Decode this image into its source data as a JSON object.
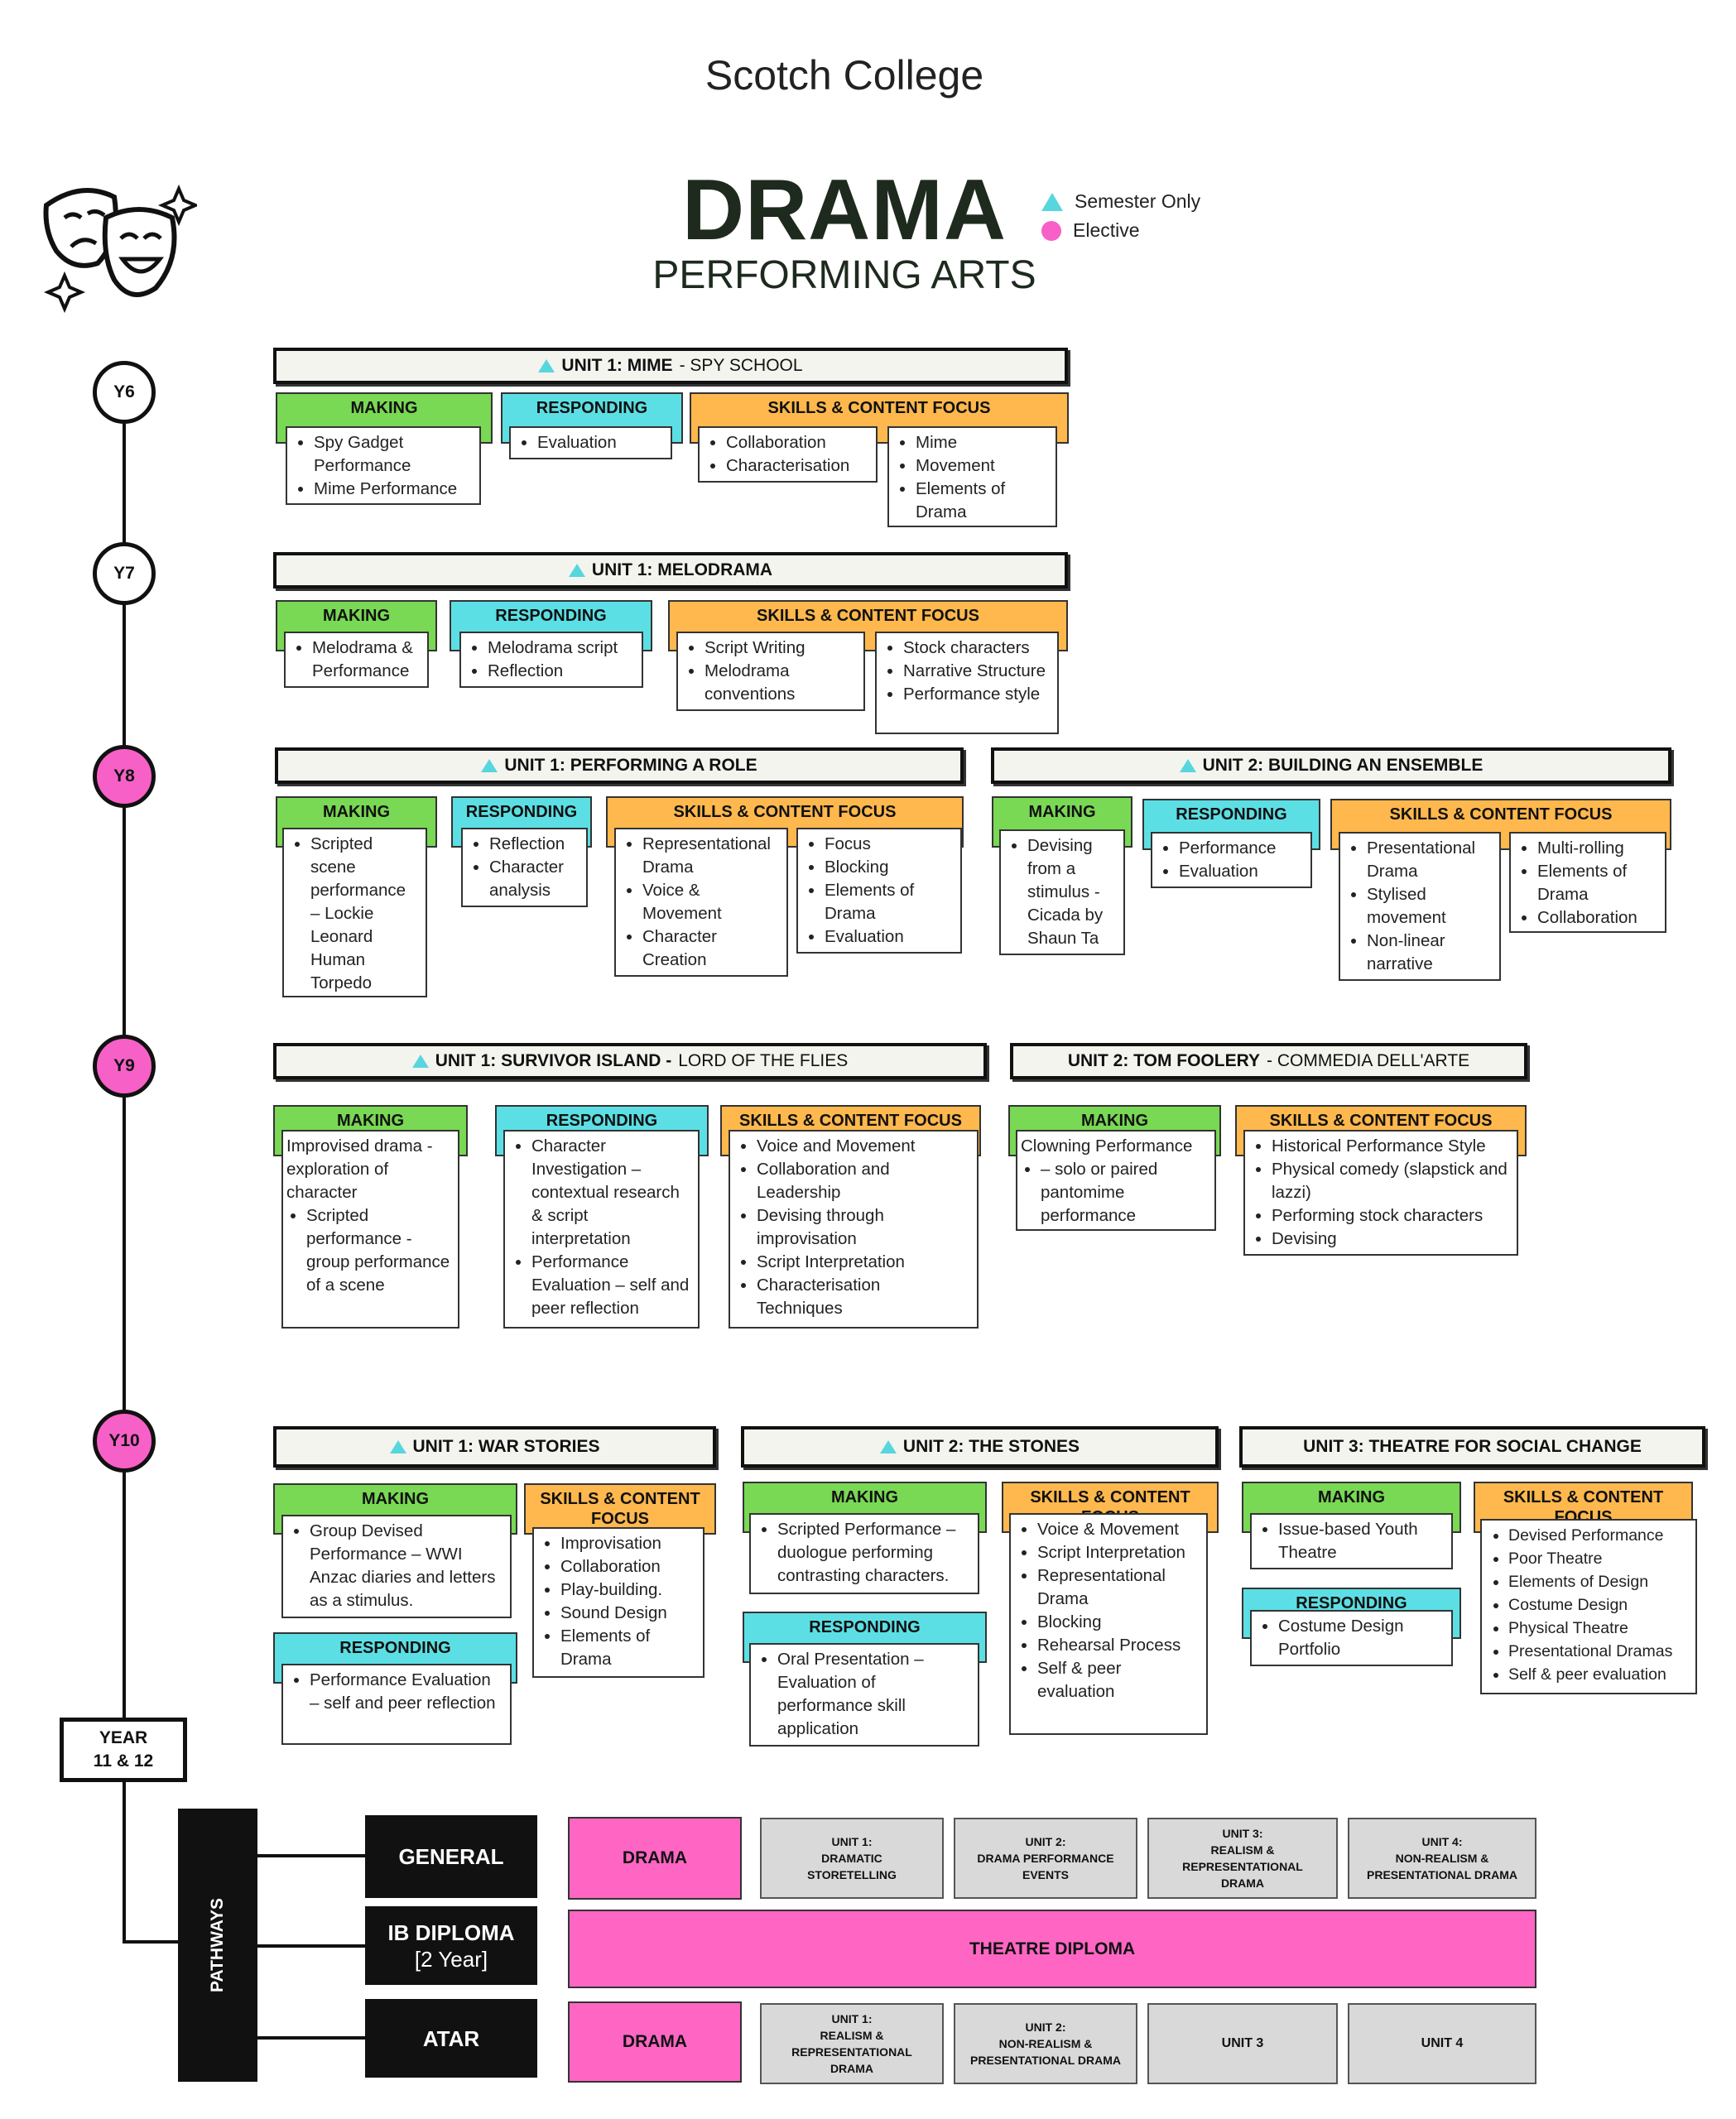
{
  "header": {
    "school": "Scotch College",
    "title": "DRAMA",
    "subtitle": "PERFORMING ARTS",
    "legend": {
      "semester": "Semester Only",
      "elective": "Elective"
    },
    "icon": "theatre-masks-icon"
  },
  "colors": {
    "semester": "#58d6dd",
    "elective": "#f760c7",
    "making": "#79d854",
    "responding": "#5cdfe4",
    "skills": "#ffb84d",
    "pathway_drama": "#ff66c4"
  },
  "headings": {
    "making": "MAKING",
    "responding": "RESPONDING",
    "skills": "SKILLS & CONTENT FOCUS"
  },
  "years": {
    "y6": "Y6",
    "y7": "Y7",
    "y8": "Y8",
    "y9": "Y9",
    "y10": "Y10",
    "y11_12": "YEAR\n11 & 12"
  },
  "y6": {
    "unit_bold": "UNIT 1: MIME",
    "unit_rest": "- SPY SCHOOL",
    "making": [
      "Spy Gadget Performance",
      "Mime Performance"
    ],
    "responding": [
      "Evaluation"
    ],
    "skills_a": [
      "Collaboration",
      "Characterisation"
    ],
    "skills_b": [
      "Mime",
      "Movement",
      "Elements of Drama"
    ]
  },
  "y7": {
    "unit_bold": "UNIT 1: MELODRAMA",
    "making": [
      "Melodrama & Performance"
    ],
    "responding": [
      "Melodrama script",
      "Reflection"
    ],
    "skills_a": [
      "Script Writing",
      "Melodrama conventions"
    ],
    "skills_b": [
      "Stock characters",
      "Narrative Structure",
      "Performance style"
    ]
  },
  "y8": {
    "u1": {
      "unit_bold": "UNIT 1: PERFORMING A ROLE",
      "making": [
        "Scripted scene performance – Lockie Leonard Human Torpedo"
      ],
      "responding": [
        "Reflection",
        "Character analysis"
      ],
      "skills_a": [
        "Representational Drama",
        "Voice & Movement",
        "Character Creation"
      ],
      "skills_b": [
        "Focus",
        "Blocking",
        "Elements of Drama",
        "Evaluation"
      ]
    },
    "u2": {
      "unit_bold": "UNIT 2: BUILDING AN ENSEMBLE",
      "making": [
        "Devising from a stimulus - Cicada by Shaun Ta"
      ],
      "responding": [
        "Performance",
        "Evaluation"
      ],
      "skills_a": [
        "Presentational Drama",
        "Stylised movement",
        "Non-linear narrative"
      ],
      "skills_b": [
        "Multi-rolling",
        "Elements of Drama",
        "Collaboration"
      ]
    }
  },
  "y9": {
    "u1": {
      "unit_bold": "UNIT 1: SURVIVOR ISLAND -",
      "unit_rest": "LORD OF THE FLIES",
      "making_intro": "Improvised drama - exploration of character",
      "making": [
        "Scripted performance - group performance of a scene"
      ],
      "responding": [
        "Character Investigation – contextual research & script interpretation",
        "Performance Evaluation – self and peer reflection"
      ],
      "skills": [
        "Voice and Movement",
        "Collaboration and Leadership",
        "Devising through improvisation",
        "Script Interpretation",
        "Characterisation Techniques"
      ]
    },
    "u2": {
      "unit_bold": "UNIT 2: TOM FOOLERY",
      "unit_rest": "- COMMEDIA DELL'ARTE",
      "making_intro": "Clowning Performance",
      "making": [
        "– solo or paired pantomime performance"
      ],
      "skills": [
        "Historical Performance Style",
        "Physical comedy (slapstick and lazzi)",
        "Performing stock characters",
        "Devising"
      ]
    }
  },
  "y10": {
    "u1": {
      "unit_bold": "UNIT 1: WAR STORIES",
      "making": [
        "Group Devised Performance – WWI Anzac diaries and letters as a stimulus."
      ],
      "skills_heading": "SKILLS & CONTENT FOCUS",
      "skills": [
        "Improvisation",
        "Collaboration",
        "Play-building.",
        "Sound Design",
        "Elements of Drama"
      ],
      "responding": [
        "Performance Evaluation – self and peer reflection"
      ]
    },
    "u2": {
      "unit_bold": "UNIT 2: THE STONES",
      "making": [
        "Scripted Performance – duologue performing contrasting characters."
      ],
      "responding": [
        "Oral Presentation – Evaluation of performance skill application"
      ],
      "skills": [
        "Voice & Movement",
        "Script Interpretation",
        "Representational Drama",
        "Blocking",
        "Rehearsal Process",
        "Self & peer evaluation"
      ]
    },
    "u3": {
      "unit_bold": "UNIT 3: THEATRE FOR SOCIAL CHANGE",
      "making": [
        "Issue-based Youth Theatre"
      ],
      "responding": [
        "Costume Design Portfolio"
      ],
      "skills": [
        "Devised Performance",
        "Poor Theatre",
        "Elements of Design",
        "Costume Design",
        "Physical Theatre",
        "Presentational Dramas",
        "Self & peer evaluation"
      ]
    }
  },
  "pathways": {
    "label": "PATHWAYS",
    "general": {
      "label": "GENERAL",
      "course": "DRAMA",
      "units": [
        "UNIT 1:\nDRAMATIC\nSTORETELLING",
        "UNIT 2:\nDRAMA PERFORMANCE\nEVENTS",
        "UNIT 3:\nREALISM &\nREPRESENTATIONAL\nDRAMA",
        "UNIT 4:\nNON-REALISM &\nPRESENTATIONAL DRAMA"
      ]
    },
    "ib": {
      "label": "IB DIPLOMA",
      "sub": "[2 Year]",
      "course": "THEATRE DIPLOMA"
    },
    "atar": {
      "label": "ATAR",
      "course": "DRAMA",
      "units": [
        "UNIT 1:\nREALISM &\nREPRESENTATIONAL\nDRAMA",
        "UNIT 2:\nNON-REALISM &\nPRESENTATIONAL DRAMA",
        "UNIT 3",
        "UNIT 4"
      ]
    }
  }
}
